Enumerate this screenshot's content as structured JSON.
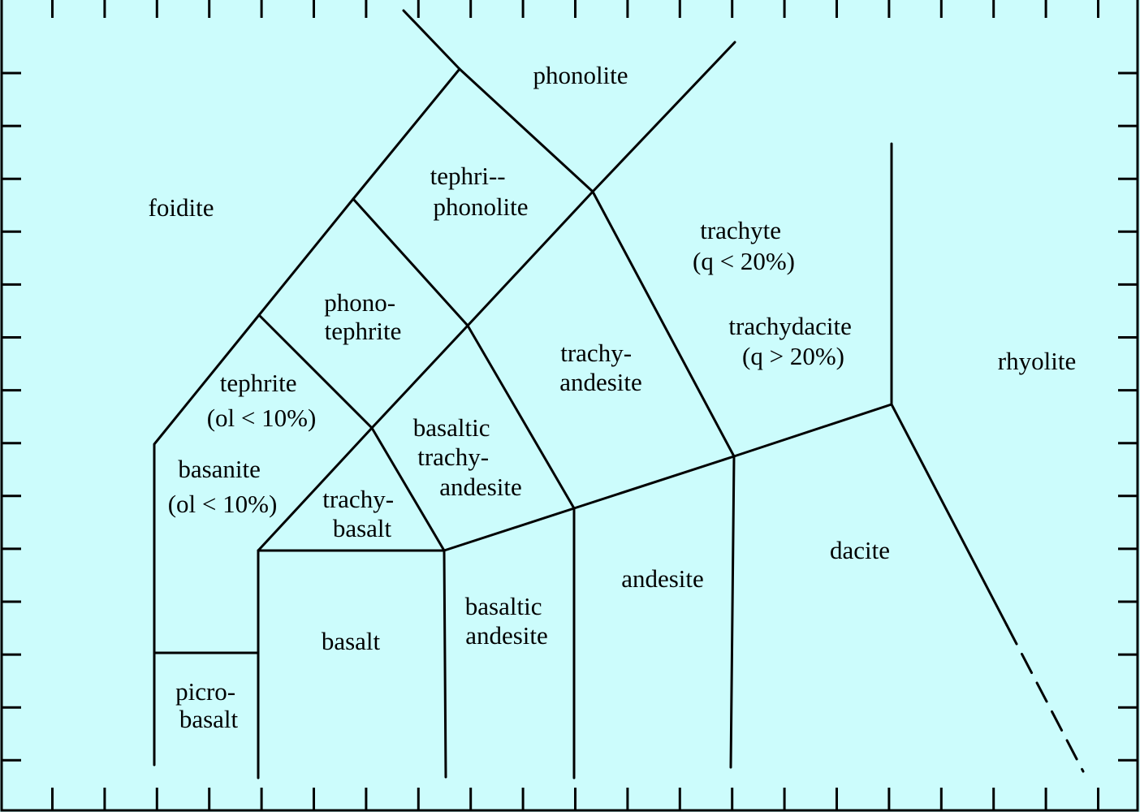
{
  "background_color": "#ccfcfc",
  "line_color": "#000000",
  "fields": {
    "foidite": [
      "foidite"
    ],
    "phonolite": [
      "phonolite"
    ],
    "tephriphonolite": [
      "tephri--",
      "phonolite"
    ],
    "phonotephrite": [
      "phono-",
      "tephrite"
    ],
    "tephrite": [
      "tephrite",
      "(ol < 10%)"
    ],
    "basanite": [
      "basanite",
      "(ol < 10%)"
    ],
    "picrobasalt": [
      "picro-",
      "basalt"
    ],
    "basalt": [
      "basalt"
    ],
    "trachybasalt": [
      "trachy-",
      "basalt"
    ],
    "basaltic_trachyandesite": [
      "basaltic",
      "trachy-",
      "andesite"
    ],
    "basaltic_andesite": [
      "basaltic",
      "andesite"
    ],
    "trachyandesite": [
      "trachy-",
      "andesite"
    ],
    "andesite": [
      "andesite"
    ],
    "trachyte": [
      "trachyte",
      "(q < 20%)"
    ],
    "trachydacite": [
      "trachydacite",
      "(q > 20%)"
    ],
    "dacite": [
      "dacite"
    ],
    "rhyolite": [
      "rhyolite"
    ]
  }
}
